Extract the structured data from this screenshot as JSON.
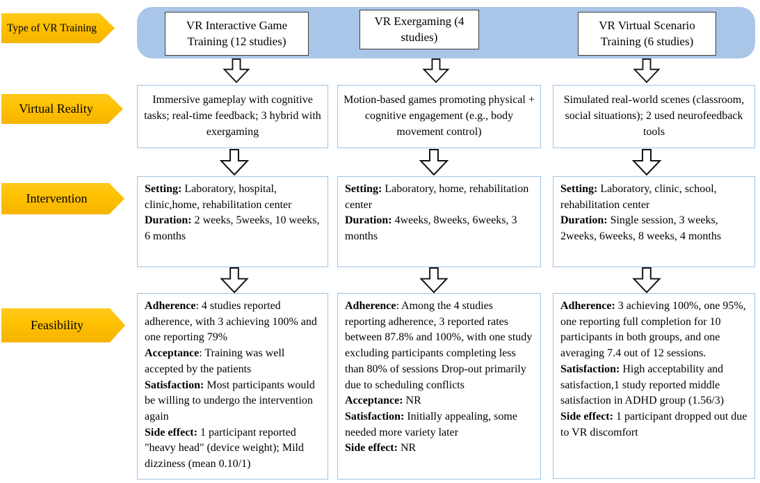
{
  "figure_title": "VR training types flow diagram",
  "colors": {
    "banner_blue": "#a9c6e8",
    "box_border_blue": "#9dc3e6",
    "label_yellow": "#ffc000",
    "type_box_border": "#3b3b3b"
  },
  "row_labels": [
    "Type of VR Training",
    "Virtual Reality",
    "Intervention",
    "Feasibility"
  ],
  "columns": [
    {
      "type_box": "VR Interactive Game Training (12 studies)",
      "virtual_reality": "Immersive gameplay with cognitive tasks; real-time feedback; 3 hybrid with exergaming",
      "intervention": [
        {
          "label": "Setting:",
          "text": " Laboratory, hospital, clinic,home, rehabilitation center"
        },
        {
          "label": "Duration:",
          "text": " 2 weeks, 5weeks, 10 weeks, 6 months"
        }
      ],
      "feasibility": [
        {
          "label": "Adherence",
          "text": ": 4 studies reported adherence, with 3 achieving 100% and one reporting 79%"
        },
        {
          "label": "Acceptance",
          "text": ": Training was well accepted by the patients"
        },
        {
          "label": "Satisfaction:",
          "text": " Most participants would be willing to undergo the intervention again"
        },
        {
          "label": "Side effect:",
          "text": " 1 participant reported \"heavy head\" (device weight); Mild dizziness (mean 0.10/1)"
        }
      ]
    },
    {
      "type_box": "VR Exergaming (4 studies)",
      "virtual_reality": "Motion-based games promoting physical + cognitive engagement (e.g., body movement control)",
      "intervention": [
        {
          "label": "Setting:",
          "text": " Laboratory, home, rehabilitation center"
        },
        {
          "label": "Duration:",
          "text": " 4weeks, 8weeks, 6weeks, 3 months"
        }
      ],
      "feasibility": [
        {
          "label": "Adherence",
          "text": ": Among the 4 studies reporting adherence, 3 reported rates between 87.8% and 100%, with one study excluding participants completing less than 80% of sessions Drop-out primarily due to scheduling conflicts"
        },
        {
          "label": "Acceptance:",
          "text": " NR"
        },
        {
          "label": "Satisfaction:",
          "text": " Initially appealing, some needed more variety later"
        },
        {
          "label": "Side effect:",
          "text": " NR"
        }
      ]
    },
    {
      "type_box": "VR Virtual Scenario Training (6 studies)",
      "virtual_reality": "Simulated real-world scenes (classroom, social situations); 2 used neurofeedback tools",
      "intervention": [
        {
          "label": "Setting:",
          "text": " Laboratory, clinic, school, rehabilitation center"
        },
        {
          "label": "Duration:",
          "text": " Single session, 3 weeks, 2weeks, 6weeks, 8 weeks, 4 months"
        }
      ],
      "feasibility": [
        {
          "label": "Adherence:",
          "text": " 3 achieving 100%, one 95%, one reporting full completion for 10 participants in both groups, and one averaging 7.4 out of 12 sessions."
        },
        {
          "label": "Satisfaction:",
          "text": " High acceptability and satisfaction,1 study reported middle satisfaction in ADHD group (1.56/3)"
        },
        {
          "label": "Side effect:",
          "text": " 1 participant dropped out due to VR discomfort"
        }
      ]
    }
  ]
}
